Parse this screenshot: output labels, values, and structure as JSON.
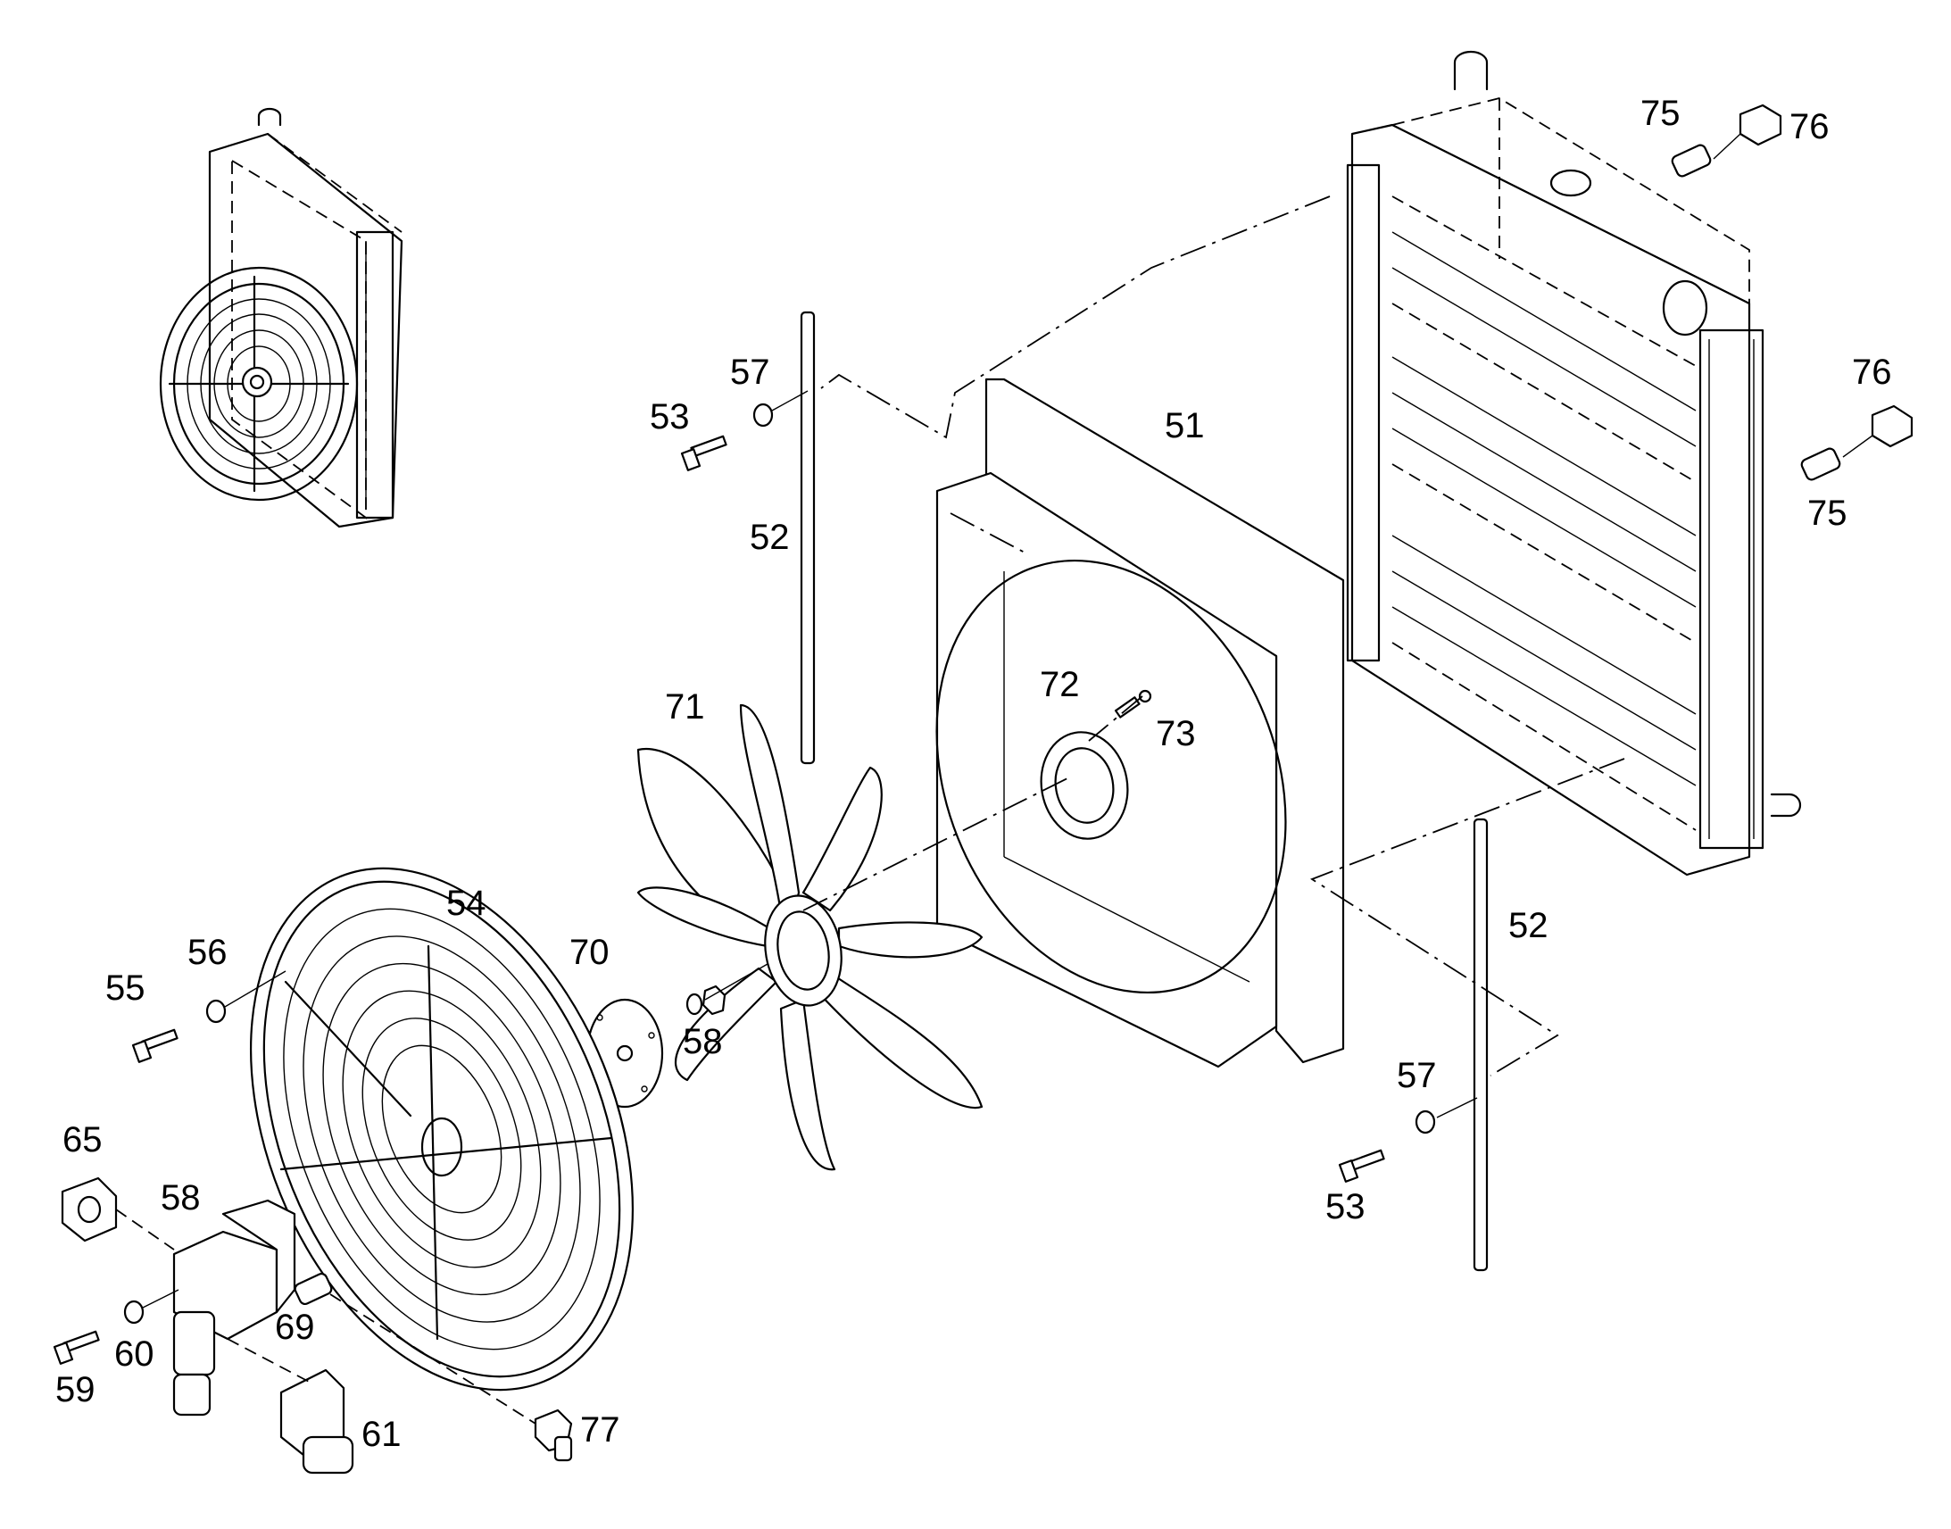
{
  "diagram": {
    "callouts": [
      {
        "id": "c-51",
        "text": "51"
      },
      {
        "id": "c-52a",
        "text": "52"
      },
      {
        "id": "c-52b",
        "text": "52"
      },
      {
        "id": "c-53a",
        "text": "53"
      },
      {
        "id": "c-53b",
        "text": "53"
      },
      {
        "id": "c-54",
        "text": "54"
      },
      {
        "id": "c-55",
        "text": "55"
      },
      {
        "id": "c-56",
        "text": "56"
      },
      {
        "id": "c-57a",
        "text": "57"
      },
      {
        "id": "c-57b",
        "text": "57"
      },
      {
        "id": "c-58a",
        "text": "58"
      },
      {
        "id": "c-58b",
        "text": "58"
      },
      {
        "id": "c-59",
        "text": "59"
      },
      {
        "id": "c-60",
        "text": "60"
      },
      {
        "id": "c-61",
        "text": "61"
      },
      {
        "id": "c-65",
        "text": "65"
      },
      {
        "id": "c-69",
        "text": "69"
      },
      {
        "id": "c-70",
        "text": "70"
      },
      {
        "id": "c-71",
        "text": "71"
      },
      {
        "id": "c-72",
        "text": "72"
      },
      {
        "id": "c-73",
        "text": "73"
      },
      {
        "id": "c-75a",
        "text": "75"
      },
      {
        "id": "c-75b",
        "text": "75"
      },
      {
        "id": "c-76a",
        "text": "76"
      },
      {
        "id": "c-76b",
        "text": "76"
      },
      {
        "id": "c-77",
        "text": "77"
      }
    ]
  }
}
